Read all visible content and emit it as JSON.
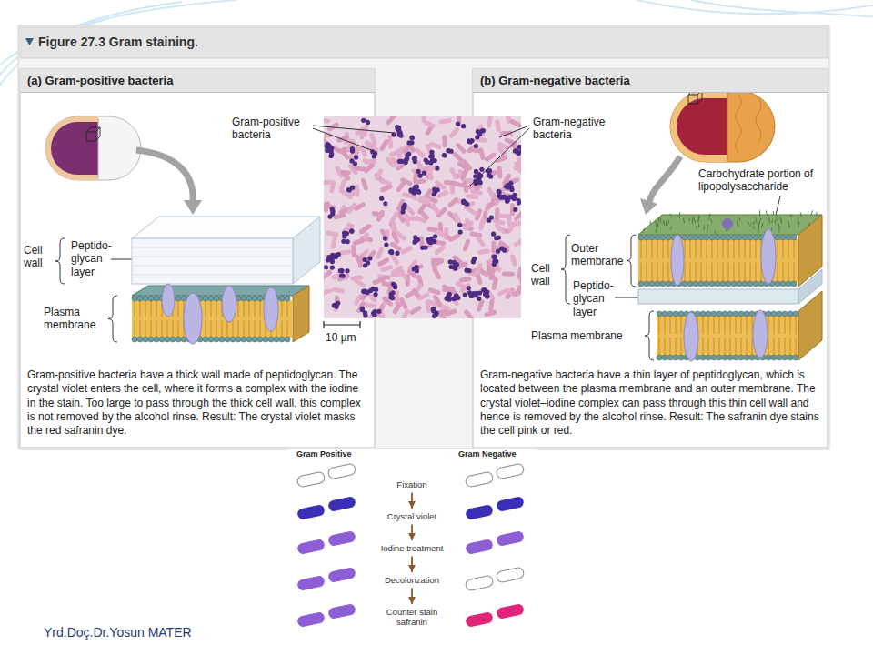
{
  "diagram": {
    "title": "Figure 27.3 Gram staining.",
    "nodes": [
      {
        "text": [
          "(a) Gram-positive bacteria",
          "Gram-positive bacteria have a thick wall made of peptidoglycan. The crystal violet enters the cell, where it forms a complex with the iodine in the stain. Too large to pass through the thick cell wall, this complex is not removed by the alcohol rinse. Result: The crystal violet masks the red safranin dye."
        ]
      },
      {
        "text": [
          "(b) Gram-negative bacteria",
          "Gram-negative bacteria have a thin layer of peptidoglycan, which is located between the plasma membrane and an outer membrane. The crystal violet–iodine complex can pass through this thin cell wall and hence is removed by the alcohol rinse. Result: The safranin dye stains the cell pink or red."
        ]
      },
      {
        "text": [
          "Fixation"
        ]
      },
      {
        "text": [
          "Crystal violet"
        ]
      },
      {
        "text": [
          "Iodine treatment"
        ]
      },
      {
        "text": [
          "Decolorization"
        ]
      },
      {
        "text": [
          "Counter stain safranin"
        ]
      }
    ],
    "edges": [
      {
        "from": 2,
        "to": 3,
        "arrow": "to"
      },
      {
        "from": 3,
        "to": 4,
        "arrow": "to"
      },
      {
        "from": 4,
        "to": 5,
        "arrow": "to"
      },
      {
        "from": 5,
        "to": 6,
        "arrow": "to"
      }
    ],
    "labels": [
      "Gram-positive bacteria",
      "Cell wall",
      "Peptido- glycan layer",
      "Plasma membrane",
      "Gram-negative bacteria",
      "Carbohydrate portion of lipopolysaccharide",
      "Outer membrane",
      "Cell wall",
      "Peptido- glycan layer",
      "Plasma membrane",
      "10 µm",
      "Gram Positive",
      "Gram Negative",
      "Yrd.Doç.Dr.Yosun MATER"
    ]
  }
}
